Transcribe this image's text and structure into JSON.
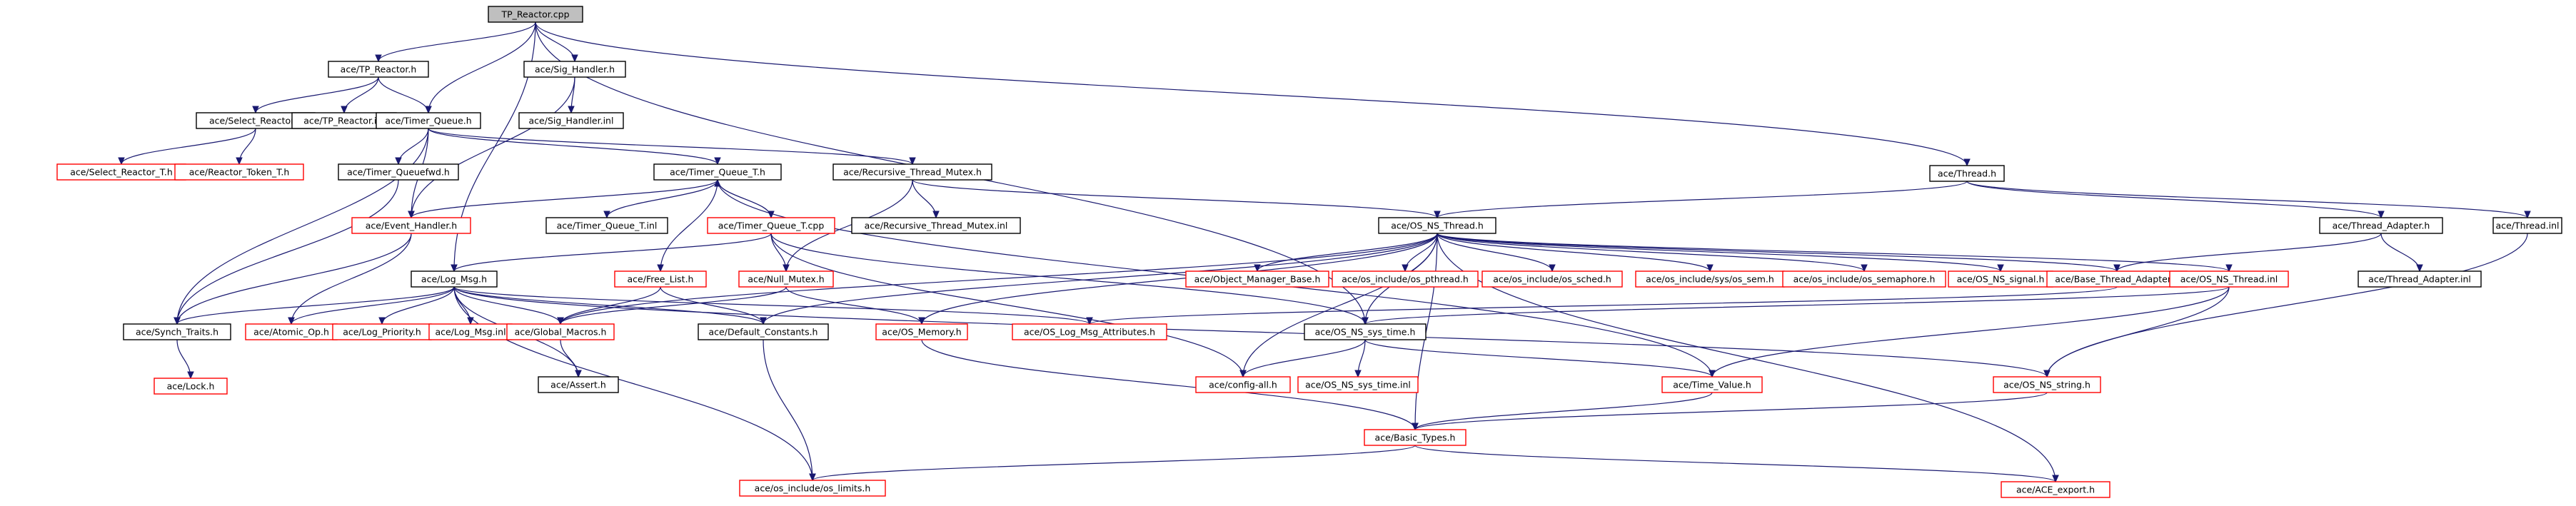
{
  "graph": {
    "colors": {
      "edge": "#191970",
      "documented_border": "#000000",
      "undocumented_border": "#ff0000",
      "root_fill": "#bfbfbf",
      "node_fill": "#ffffff"
    },
    "nodes": [
      {
        "id": "root",
        "label": "TP_Reactor.cpp",
        "kind": "root"
      },
      {
        "id": "tp_reactor_h",
        "label": "ace/TP_Reactor.h",
        "kind": "documented"
      },
      {
        "id": "sig_handler_h",
        "label": "ace/Sig_Handler.h",
        "kind": "documented"
      },
      {
        "id": "select_reactor_h",
        "label": "ace/Select_Reactor.h",
        "kind": "documented"
      },
      {
        "id": "tp_reactor_inl",
        "label": "ace/TP_Reactor.inl",
        "kind": "documented"
      },
      {
        "id": "timer_queue_h",
        "label": "ace/Timer_Queue.h",
        "kind": "documented"
      },
      {
        "id": "sig_handler_inl",
        "label": "ace/Sig_Handler.inl",
        "kind": "documented"
      },
      {
        "id": "thread_h",
        "label": "ace/Thread.h",
        "kind": "documented"
      },
      {
        "id": "select_reactor_t_h",
        "label": "ace/Select_Reactor_T.h",
        "kind": "missing"
      },
      {
        "id": "reactor_token_t_h",
        "label": "ace/Reactor_Token_T.h",
        "kind": "missing"
      },
      {
        "id": "timer_queuefwd_h",
        "label": "ace/Timer_Queuefwd.h",
        "kind": "documented"
      },
      {
        "id": "timer_queue_t_h",
        "label": "ace/Timer_Queue_T.h",
        "kind": "documented"
      },
      {
        "id": "recursive_thread_mutex_h",
        "label": "ace/Recursive_Thread_Mutex.h",
        "kind": "documented"
      },
      {
        "id": "event_handler_h",
        "label": "ace/Event_Handler.h",
        "kind": "missing"
      },
      {
        "id": "timer_queue_t_inl",
        "label": "ace/Timer_Queue_T.inl",
        "kind": "documented"
      },
      {
        "id": "timer_queue_t_cpp",
        "label": "ace/Timer_Queue_T.cpp",
        "kind": "missing"
      },
      {
        "id": "recursive_thread_mutex_inl",
        "label": "ace/Recursive_Thread_Mutex.inl",
        "kind": "documented"
      },
      {
        "id": "os_ns_thread_h",
        "label": "ace/OS_NS_Thread.h",
        "kind": "documented"
      },
      {
        "id": "thread_adapter_h",
        "label": "ace/Thread_Adapter.h",
        "kind": "documented"
      },
      {
        "id": "thread_inl",
        "label": "ace/Thread.inl",
        "kind": "documented"
      },
      {
        "id": "free_list_h",
        "label": "ace/Free_List.h",
        "kind": "missing"
      },
      {
        "id": "null_mutex_h",
        "label": "ace/Null_Mutex.h",
        "kind": "missing"
      },
      {
        "id": "log_msg_h",
        "label": "ace/Log_Msg.h",
        "kind": "documented"
      },
      {
        "id": "object_manager_base_h",
        "label": "ace/Object_Manager_Base.h",
        "kind": "missing"
      },
      {
        "id": "os_include_os_pthread_h",
        "label": "ace/os_include/os_pthread.h",
        "kind": "missing"
      },
      {
        "id": "os_include_os_sched_h",
        "label": "ace/os_include/os_sched.h",
        "kind": "missing"
      },
      {
        "id": "os_include_sys_os_sem_h",
        "label": "ace/os_include/sys/os_sem.h",
        "kind": "missing"
      },
      {
        "id": "os_include_os_semaphore_h",
        "label": "ace/os_include/os_semaphore.h",
        "kind": "missing"
      },
      {
        "id": "os_ns_signal_h",
        "label": "ace/OS_NS_signal.h",
        "kind": "missing"
      },
      {
        "id": "base_thread_adapter_h",
        "label": "ace/Base_Thread_Adapter.h",
        "kind": "missing"
      },
      {
        "id": "os_ns_thread_inl",
        "label": "ace/OS_NS_Thread.inl",
        "kind": "missing"
      },
      {
        "id": "thread_adapter_inl",
        "label": "ace/Thread_Adapter.inl",
        "kind": "documented"
      },
      {
        "id": "synch_traits_h",
        "label": "ace/Synch_Traits.h",
        "kind": "documented"
      },
      {
        "id": "atomic_op_h",
        "label": "ace/Atomic_Op.h",
        "kind": "missing"
      },
      {
        "id": "log_priority_h",
        "label": "ace/Log_Priority.h",
        "kind": "missing"
      },
      {
        "id": "log_msg_inl",
        "label": "ace/Log_Msg.inl",
        "kind": "missing"
      },
      {
        "id": "global_macros_h",
        "label": "ace/Global_Macros.h",
        "kind": "missing"
      },
      {
        "id": "default_constants_h",
        "label": "ace/Default_Constants.h",
        "kind": "documented"
      },
      {
        "id": "os_memory_h",
        "label": "ace/OS_Memory.h",
        "kind": "missing"
      },
      {
        "id": "os_log_msg_attributes_h",
        "label": "ace/OS_Log_Msg_Attributes.h",
        "kind": "missing"
      },
      {
        "id": "os_ns_sys_time_h",
        "label": "ace/OS_NS_sys_time.h",
        "kind": "documented"
      },
      {
        "id": "lock_h",
        "label": "ace/Lock.h",
        "kind": "missing"
      },
      {
        "id": "assert_h",
        "label": "ace/Assert.h",
        "kind": "documented"
      },
      {
        "id": "config_all_h",
        "label": "ace/config-all.h",
        "kind": "missing"
      },
      {
        "id": "os_ns_sys_time_inl",
        "label": "ace/OS_NS_sys_time.inl",
        "kind": "missing"
      },
      {
        "id": "time_value_h",
        "label": "ace/Time_Value.h",
        "kind": "missing"
      },
      {
        "id": "os_ns_string_h",
        "label": "ace/OS_NS_string.h",
        "kind": "missing"
      },
      {
        "id": "basic_types_h",
        "label": "ace/Basic_Types.h",
        "kind": "missing"
      },
      {
        "id": "os_include_os_limits_h",
        "label": "ace/os_include/os_limits.h",
        "kind": "missing"
      },
      {
        "id": "ace_export_h",
        "label": "ace/ACE_export.h",
        "kind": "missing"
      }
    ],
    "edges": [
      [
        "root",
        "tp_reactor_h"
      ],
      [
        "root",
        "sig_handler_h"
      ],
      [
        "root",
        "timer_queue_h"
      ],
      [
        "root",
        "thread_h"
      ],
      [
        "root",
        "log_msg_h"
      ],
      [
        "root",
        "os_ns_sys_time_h"
      ],
      [
        "tp_reactor_h",
        "select_reactor_h"
      ],
      [
        "tp_reactor_h",
        "tp_reactor_inl"
      ],
      [
        "tp_reactor_h",
        "timer_queue_h"
      ],
      [
        "sig_handler_h",
        "sig_handler_inl"
      ],
      [
        "sig_handler_h",
        "event_handler_h"
      ],
      [
        "select_reactor_h",
        "select_reactor_t_h"
      ],
      [
        "select_reactor_h",
        "reactor_token_t_h"
      ],
      [
        "timer_queue_h",
        "timer_queuefwd_h"
      ],
      [
        "timer_queue_h",
        "timer_queue_t_h"
      ],
      [
        "timer_queue_h",
        "synch_traits_h"
      ],
      [
        "timer_queue_h",
        "recursive_thread_mutex_h"
      ],
      [
        "timer_queue_h",
        "event_handler_h"
      ],
      [
        "timer_queuefwd_h",
        "synch_traits_h"
      ],
      [
        "timer_queue_t_h",
        "event_handler_h"
      ],
      [
        "timer_queue_t_h",
        "timer_queue_t_inl"
      ],
      [
        "timer_queue_t_h",
        "timer_queue_t_cpp"
      ],
      [
        "timer_queue_t_h",
        "free_list_h"
      ],
      [
        "timer_queue_t_h",
        "time_value_h"
      ],
      [
        "timer_queue_t_cpp",
        "timer_queue_t_h"
      ],
      [
        "timer_queue_t_cpp",
        "log_msg_h"
      ],
      [
        "timer_queue_t_cpp",
        "null_mutex_h"
      ],
      [
        "timer_queue_t_cpp",
        "os_ns_sys_time_h"
      ],
      [
        "timer_queue_t_cpp",
        "config_all_h"
      ],
      [
        "recursive_thread_mutex_h",
        "recursive_thread_mutex_inl"
      ],
      [
        "recursive_thread_mutex_h",
        "os_ns_thread_h"
      ],
      [
        "recursive_thread_mutex_h",
        "null_mutex_h"
      ],
      [
        "thread_h",
        "os_ns_thread_h"
      ],
      [
        "thread_h",
        "thread_adapter_h"
      ],
      [
        "thread_h",
        "thread_inl"
      ],
      [
        "thread_adapter_h",
        "base_thread_adapter_h"
      ],
      [
        "thread_adapter_h",
        "thread_adapter_inl"
      ],
      [
        "thread_inl",
        "os_ns_string_h"
      ],
      [
        "event_handler_h",
        "synch_traits_h"
      ],
      [
        "event_handler_h",
        "atomic_op_h"
      ],
      [
        "free_list_h",
        "global_macros_h"
      ],
      [
        "free_list_h",
        "default_constants_h"
      ],
      [
        "null_mutex_h",
        "global_macros_h"
      ],
      [
        "null_mutex_h",
        "os_memory_h"
      ],
      [
        "log_msg_h",
        "synch_traits_h"
      ],
      [
        "log_msg_h",
        "atomic_op_h"
      ],
      [
        "log_msg_h",
        "log_priority_h"
      ],
      [
        "log_msg_h",
        "log_msg_inl"
      ],
      [
        "log_msg_h",
        "global_macros_h"
      ],
      [
        "log_msg_h",
        "default_constants_h"
      ],
      [
        "log_msg_h",
        "os_log_msg_attributes_h"
      ],
      [
        "log_msg_h",
        "assert_h"
      ],
      [
        "log_msg_h",
        "os_include_os_limits_h"
      ],
      [
        "log_msg_h",
        "os_ns_string_h"
      ],
      [
        "synch_traits_h",
        "lock_h"
      ],
      [
        "global_macros_h",
        "assert_h"
      ],
      [
        "default_constants_h",
        "os_include_os_limits_h"
      ],
      [
        "os_memory_h",
        "basic_types_h"
      ],
      [
        "os_ns_thread_h",
        "object_manager_base_h"
      ],
      [
        "os_ns_thread_h",
        "os_include_os_pthread_h"
      ],
      [
        "os_ns_thread_h",
        "os_include_os_sched_h"
      ],
      [
        "os_ns_thread_h",
        "os_include_sys_os_sem_h"
      ],
      [
        "os_ns_thread_h",
        "os_include_os_semaphore_h"
      ],
      [
        "os_ns_thread_h",
        "os_ns_signal_h"
      ],
      [
        "os_ns_thread_h",
        "base_thread_adapter_h"
      ],
      [
        "os_ns_thread_h",
        "os_ns_thread_inl"
      ],
      [
        "os_ns_thread_h",
        "global_macros_h"
      ],
      [
        "os_ns_thread_h",
        "default_constants_h"
      ],
      [
        "os_ns_thread_h",
        "os_memory_h"
      ],
      [
        "os_ns_thread_h",
        "os_ns_sys_time_h"
      ],
      [
        "os_ns_thread_h",
        "config_all_h"
      ],
      [
        "os_ns_thread_h",
        "basic_types_h"
      ],
      [
        "os_ns_thread_h",
        "ace_export_h"
      ],
      [
        "base_thread_adapter_h",
        "os_log_msg_attributes_h"
      ],
      [
        "os_ns_thread_inl",
        "os_ns_sys_time_h"
      ],
      [
        "os_ns_thread_inl",
        "time_value_h"
      ],
      [
        "os_ns_thread_inl",
        "os_ns_string_h"
      ],
      [
        "os_ns_sys_time_h",
        "config_all_h"
      ],
      [
        "os_ns_sys_time_h",
        "os_ns_sys_time_inl"
      ],
      [
        "os_ns_sys_time_h",
        "time_value_h"
      ],
      [
        "time_value_h",
        "basic_types_h"
      ],
      [
        "os_ns_string_h",
        "basic_types_h"
      ],
      [
        "basic_types_h",
        "os_include_os_limits_h"
      ],
      [
        "basic_types_h",
        "ace_export_h"
      ]
    ]
  }
}
